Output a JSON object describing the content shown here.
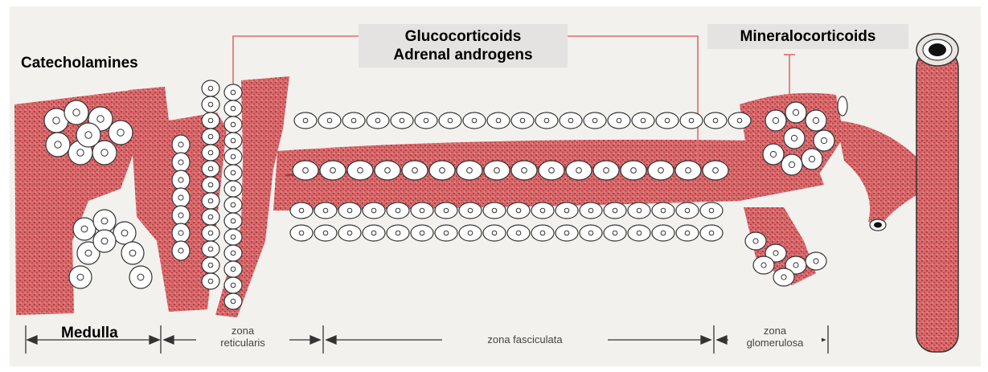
{
  "hormones": {
    "catecholamines": "Catecholamines",
    "glucocorticoids": "Glucocorticoids",
    "adrenal_androgens": "Adrenal androgens",
    "mineralocorticoids": "Mineralocorticoids"
  },
  "zones": {
    "medulla": "Medulla",
    "reticularis_line1": "zona",
    "reticularis_line2": "reticularis",
    "fasciculata": "zona fasciculata",
    "glomerulosa_line1": "zona",
    "glomerulosa_line2": "glomerulosa"
  },
  "colors": {
    "blood": "#c8464a",
    "blood_dots": "#8c1e22",
    "cell_fill": "#ffffff",
    "cell_outline": "#333333",
    "pointer_line": "#e06a6a",
    "background": "#f2f1ee",
    "label_box": "#e4e3e1"
  }
}
